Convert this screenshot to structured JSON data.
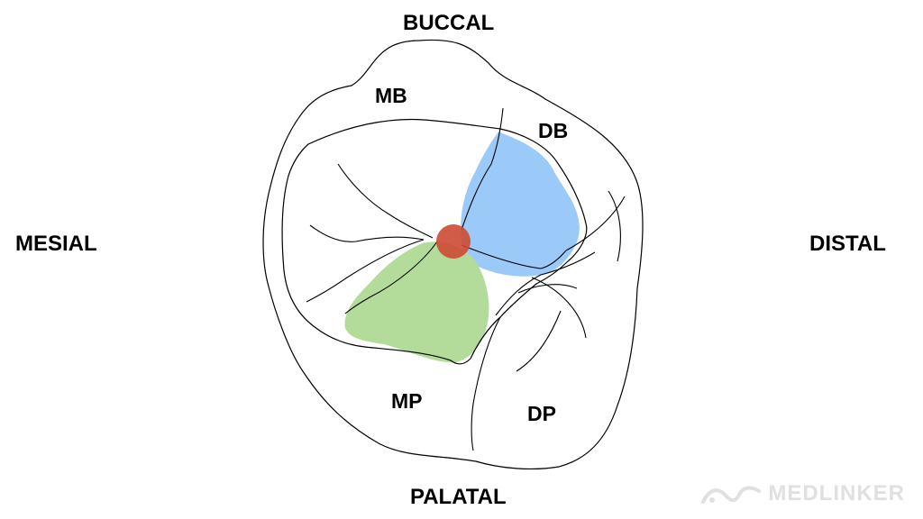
{
  "orientation": {
    "top": "BUCCAL",
    "left": "MESIAL",
    "right": "DISTAL",
    "bottom": "PALATAL"
  },
  "cusps": {
    "mb": "MB",
    "db": "DB",
    "mp": "MP",
    "dp": "DP"
  },
  "watermark": {
    "text": "MEDLINKER"
  },
  "colors": {
    "db_region": "#9ccaf8",
    "mp_region": "#b3dc9a",
    "central_point": "#cc4a33",
    "outline": "#000000",
    "watermark": "#e0e0e0"
  }
}
